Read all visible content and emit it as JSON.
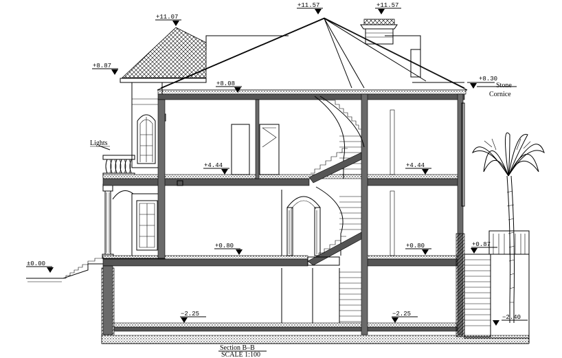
{
  "levels": {
    "l_11_07": "+11.07",
    "l_11_57_a": "+11.57",
    "l_11_57_b": "+11.57",
    "l_8_87": "+8.87",
    "l_8_08": "+8.08",
    "l_8_30": "+8.30",
    "l_4_44_a": "+4.44",
    "l_4_44_b": "+4.44",
    "l_0_80_a": "+0.80",
    "l_0_80_b": "+0.80",
    "l_0_87": "+0.87",
    "l_0_00": "±0.00",
    "l_m2_25_a": "−2.25",
    "l_m2_25_b": "−2.25",
    "l_m2_40": "−2.40"
  },
  "notes": {
    "stone": "Stone",
    "cornice": "Cornice",
    "lights": "Lights"
  },
  "title": {
    "section": "Section B–B",
    "scale": "SCALE 1:100"
  },
  "colors": {
    "line": "#000000",
    "wall": "#6a6a6a",
    "background": "#ffffff"
  }
}
